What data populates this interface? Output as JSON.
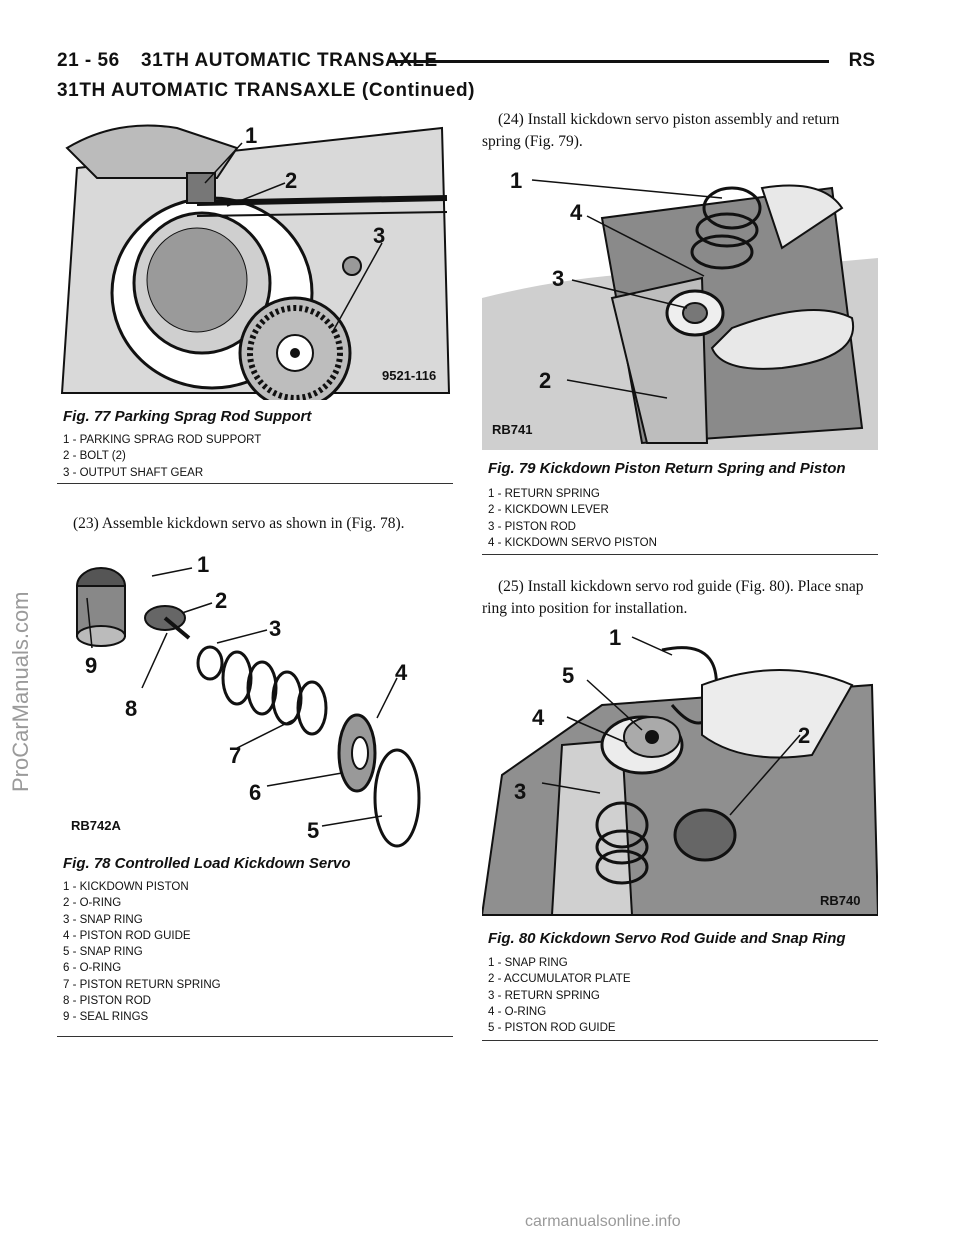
{
  "header": {
    "page": "21 - 56",
    "title": "31TH AUTOMATIC TRANSAXLE",
    "code": "RS"
  },
  "section_title": "31TH AUTOMATIC TRANSAXLE (Continued)",
  "figures": {
    "fig77": {
      "caption": "Fig. 77 Parking Sprag Rod Support",
      "code": "9521-116",
      "callouts": [
        "1",
        "2",
        "3"
      ],
      "legend": [
        "1 - PARKING SPRAG ROD SUPPORT",
        "2 - BOLT (2)",
        "3 - OUTPUT SHAFT GEAR"
      ]
    },
    "fig78": {
      "caption": "Fig. 78 Controlled Load Kickdown Servo",
      "code": "RB742A",
      "callouts": [
        "1",
        "2",
        "3",
        "4",
        "5",
        "6",
        "7",
        "8",
        "9"
      ],
      "legend": [
        "1 - KICKDOWN PISTON",
        "2 - O-RING",
        "3 - SNAP RING",
        "4 - PISTON ROD GUIDE",
        "5 - SNAP RING",
        "6 - O-RING",
        "7 - PISTON RETURN SPRING",
        "8 - PISTON ROD",
        "9 - SEAL RINGS"
      ]
    },
    "fig79": {
      "caption": "Fig. 79 Kickdown Piston Return Spring and Piston",
      "code": "RB741",
      "callouts": [
        "1",
        "2",
        "3",
        "4"
      ],
      "legend": [
        "1 - RETURN SPRING",
        "2 - KICKDOWN LEVER",
        "3 - PISTON ROD",
        "4 - KICKDOWN SERVO PISTON"
      ]
    },
    "fig80": {
      "caption": "Fig. 80 Kickdown Servo Rod Guide and Snap Ring",
      "code": "RB740",
      "callouts": [
        "1",
        "2",
        "3",
        "4",
        "5"
      ],
      "legend": [
        "1 - SNAP RING",
        "2 - ACCUMULATOR PLATE",
        "3 - RETURN SPRING",
        "4 - O-RING",
        "5 - PISTON ROD GUIDE"
      ]
    }
  },
  "paragraphs": {
    "step23": "(23) Assemble kickdown servo as shown in (Fig. 78).",
    "step24": "(24) Install kickdown servo piston assembly and return spring (Fig. 79).",
    "step25": "(25) Install kickdown servo rod guide (Fig. 80). Place snap ring into position for installation."
  },
  "watermark": "ProCarManuals.com",
  "footer": "carmanualsonline.info"
}
